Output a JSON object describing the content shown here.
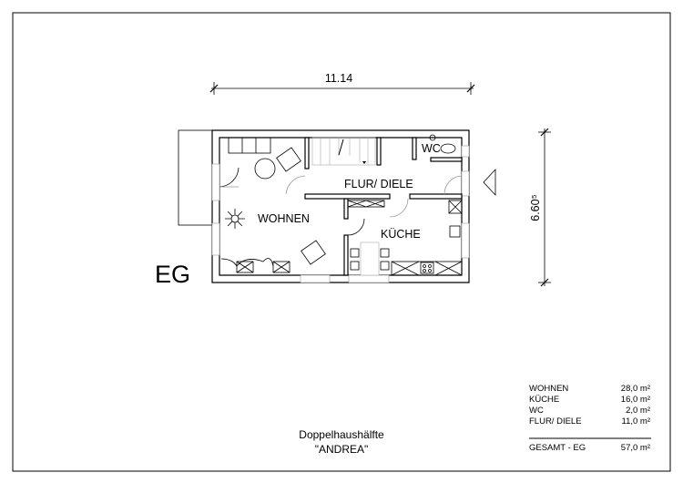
{
  "plan": {
    "floor_label": "EG",
    "width_dimension": "11.14",
    "depth_dimension": "6.60⁵",
    "rooms": {
      "wohnen": "WOHNEN",
      "flur": "FLUR/ DIELE",
      "kueche": "KÜCHE",
      "wc": "WC"
    }
  },
  "title": {
    "line1": "Doppelhaushälfte",
    "line2": "\"ANDREA\""
  },
  "areas": {
    "rows": [
      {
        "room": "WOHNEN",
        "area": "28,0 m²"
      },
      {
        "room": "KÜCHE",
        "area": "16,0 m²"
      },
      {
        "room": "WC",
        "area": "2,0 m²"
      },
      {
        "room": "FLUR/ DIELE",
        "area": "11,0 m²"
      }
    ],
    "total": {
      "room": "GESAMT - EG",
      "area": "57,0 m²"
    }
  }
}
